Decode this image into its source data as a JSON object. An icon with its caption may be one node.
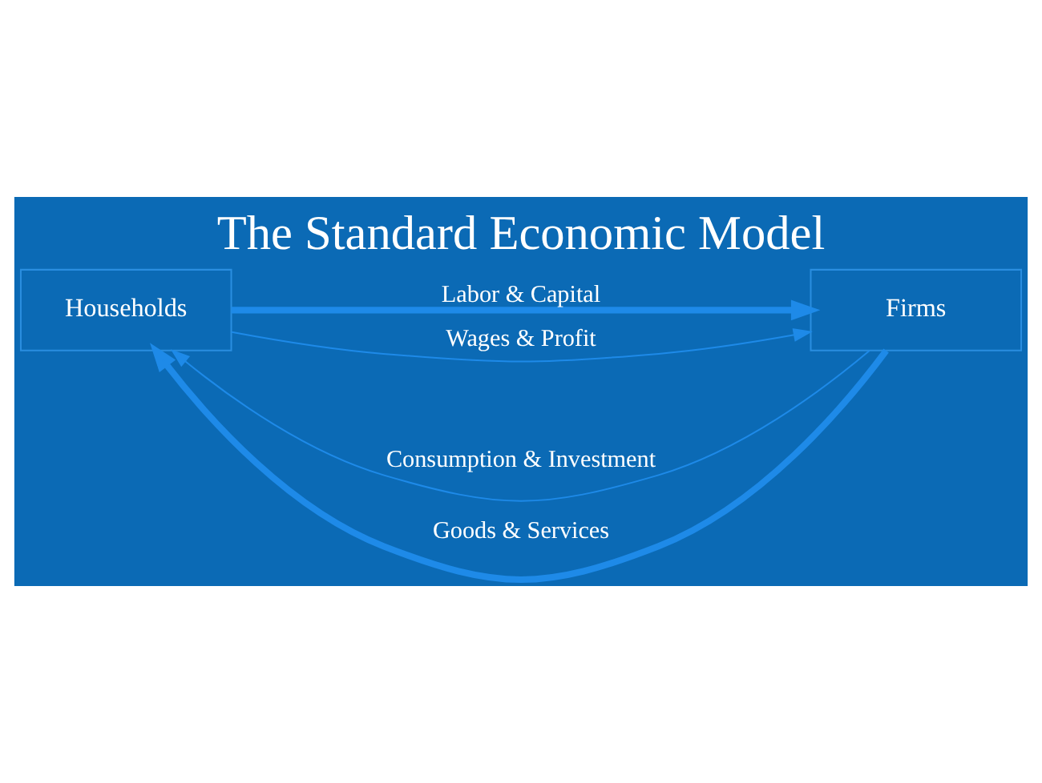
{
  "diagram": {
    "title": "The Standard Economic Model",
    "nodes": [
      {
        "text": [
          "Households"
        ]
      },
      {
        "text": [
          "Firms"
        ]
      }
    ],
    "edges": [
      {
        "from": 1,
        "to": 0,
        "arrow": "to",
        "label": "Consumption & Investment"
      },
      {
        "from": 1,
        "to": 0,
        "arrow": "to",
        "label": "Goods & Services",
        "style": "thick"
      },
      {
        "from": 0,
        "to": 1,
        "arrow": "to",
        "label": "Labor & Capital",
        "style": "thick"
      },
      {
        "from": 0,
        "to": 1,
        "arrow": "to",
        "label": "Wages & Profit"
      }
    ]
  }
}
